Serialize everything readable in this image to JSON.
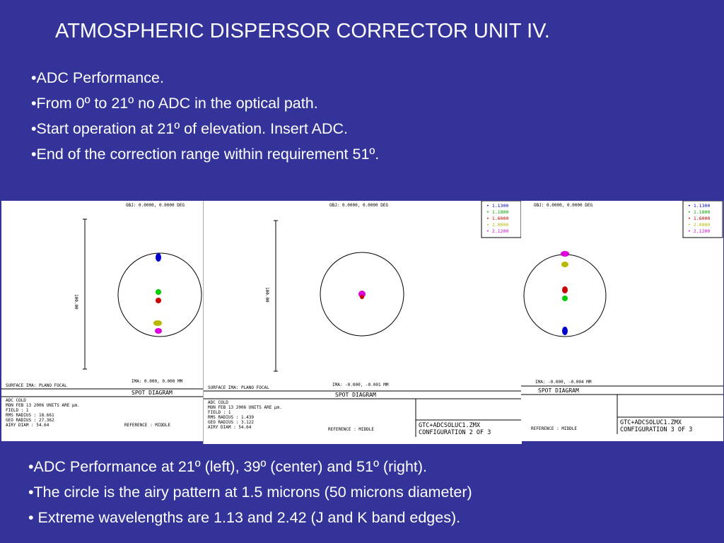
{
  "title": "ATMOSPHERIC DISPERSOR CORRECTOR UNIT IV.",
  "bullets_top": [
    "•ADC Performance.",
    "•From 0º to 21º no ADC in the optical path.",
    "•Start operation at 21º of elevation. Insert ADC.",
    "•End of the correction range within requirement 51º."
  ],
  "bullets_bottom": [
    "•ADC Performance at 21º (left), 39º (center) and 51º (right).",
    "•The circle is the airy pattern at 1.5 microns (50 microns diameter)",
    "• Extreme wavelengths are 1.13 and 2.42 (J and K band edges)."
  ],
  "colors": {
    "background": "#333399",
    "blue": "#0000cc",
    "green": "#00cc00",
    "red": "#cc0000",
    "yellow": "#b8b800",
    "magenta": "#dd00dd"
  },
  "legend": [
    "1.1300",
    "1.1800",
    "1.6000",
    "2.0000",
    "2.1200"
  ],
  "panels": {
    "left": {
      "obj": "OBJ: 0.0000, 0.0000 DEG",
      "ima": "IMA: 0.000, 0.000 MM",
      "surface": "SURFACE IMA: PLANO FOCAL",
      "spot": "SPOT DIAGRAM",
      "scale": "100.00",
      "info": [
        "ADC COLD",
        "MON FEB 13 2006  UNITS ARE µm.",
        "FIELD     :          1",
        "RMS RADIUS :     18.661",
        "GEO RADIUS :     27.362",
        "AIRY DIAM  :   54.64"
      ],
      "reference": "REFERENCE  : MIDDLE"
    },
    "center": {
      "obj": "OBJ: 0.0000, 0.0000 DEG",
      "ima": "IMA: -0.000, -0.001 MM",
      "surface": "SURFACE IMA: PLANO FOCAL",
      "spot": "SPOT DIAGRAM",
      "scale": "100.00",
      "info": [
        "ADC COLD",
        "MON FEB 13 2006  UNITS ARE µm.",
        "FIELD     :          1",
        "RMS RADIUS :      1.439",
        "GEO RADIUS :      3.122",
        "AIRY DIAM  :   54.64"
      ],
      "reference": "REFERENCE  : MIDDLE",
      "file": "GTC+ADCSOLUC1.ZMX",
      "config": "CONFIGURATION 2 OF 3"
    },
    "right": {
      "obj": "OBJ: 0.0000, 0.0000 DEG",
      "ima": "IMA: -0.000, -0.004 MM",
      "spot": "SPOT DIAGRAM",
      "reference": "REFERENCE  : MIDDLE",
      "file": "GTC+ADCSOLUC1.ZMX",
      "config": "CONFIGURATION 3 OF 3"
    }
  }
}
